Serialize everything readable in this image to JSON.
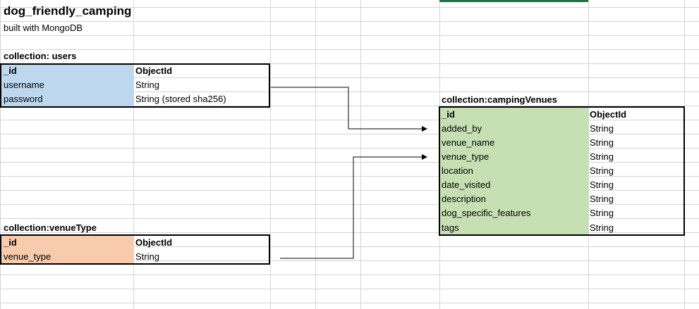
{
  "title": "dog_friendly_camping",
  "subtitle": "built with MongoDB",
  "collections": {
    "users": {
      "label": "collection: users",
      "fields": [
        {
          "name": "_id",
          "type": "ObjectId"
        },
        {
          "name": "username",
          "type": "String"
        },
        {
          "name": "password",
          "type": "String (stored sha256)"
        }
      ],
      "color": "#bdd7ee"
    },
    "campingVenues": {
      "label": "collection:campingVenues",
      "fields": [
        {
          "name": "_id",
          "type": "ObjectId"
        },
        {
          "name": "added_by",
          "type": "String"
        },
        {
          "name": "venue_name",
          "type": "String"
        },
        {
          "name": "venue_type",
          "type": "String"
        },
        {
          "name": "location",
          "type": "String"
        },
        {
          "name": "date_visited",
          "type": "String"
        },
        {
          "name": "description",
          "type": "String"
        },
        {
          "name": "dog_specific_features",
          "type": "String"
        },
        {
          "name": "tags",
          "type": "String"
        }
      ],
      "color": "#c6e0b4"
    },
    "venueType": {
      "label": "collection:venueType",
      "fields": [
        {
          "name": "_id",
          "type": "ObjectId"
        },
        {
          "name": "venue_type",
          "type": "String"
        }
      ],
      "color": "#f8cbad"
    }
  },
  "relationships": [
    {
      "from": "users.username",
      "to": "campingVenues.added_by"
    },
    {
      "from": "venueType.venue_type",
      "to": "campingVenues.venue_type"
    }
  ]
}
